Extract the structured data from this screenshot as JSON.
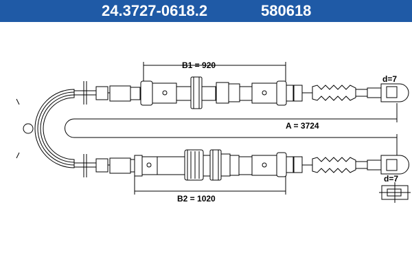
{
  "header": {
    "part_number": "24.3727-0618.2",
    "ref_number": "580618",
    "color": "#1f5aa6"
  },
  "dimensions": {
    "b1": "B1 = 920",
    "a": "A = 3724",
    "b2": "B2 = 1020",
    "d_top": "d=7",
    "d_bottom": "d=7"
  }
}
